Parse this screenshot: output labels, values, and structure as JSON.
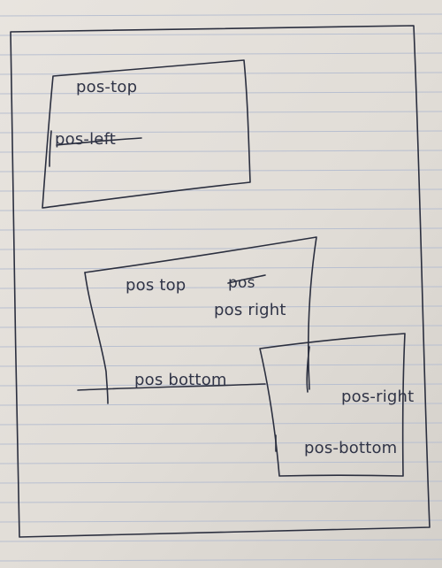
{
  "sketch": {
    "top_box": {
      "label_top": "pos-top",
      "label_left": "pos-left"
    },
    "middle_box": {
      "label_top": "pos top",
      "label_pos_struck": "pos",
      "label_right": "pos right",
      "label_bottom": "pos bottom"
    },
    "lower_box": {
      "label_right": "pos-right",
      "label_bottom": "pos-bottom"
    }
  },
  "colors": {
    "paper": "#e4e0db",
    "ink": "#2b2f3f",
    "rule": "#b8bfd0",
    "background": "#cfc9c2"
  }
}
